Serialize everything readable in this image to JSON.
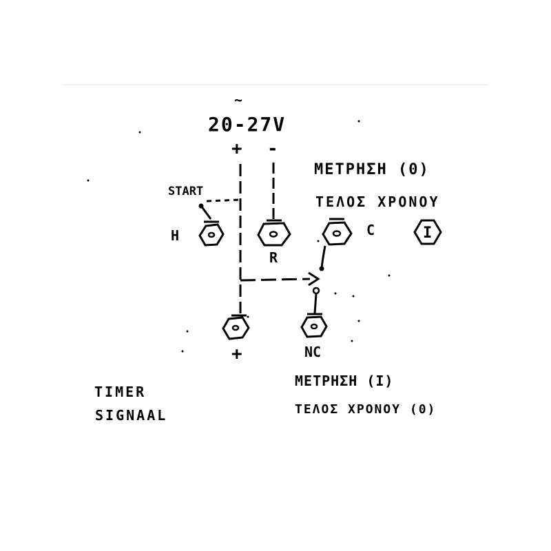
{
  "voltage_label": "20-27V",
  "ac_mark": "~",
  "plus_sign": "+",
  "minus_sign": "-",
  "start_label": "START",
  "h_label": "H",
  "r_label": "R",
  "c_label": "C",
  "plus_bottom_label": "+",
  "nc_label": "NC",
  "c_state_symbol": "I",
  "c_state_title": "ΜΕΤΡΗΣΗ (0)",
  "c_state_subtitle": "ΤΕΛΟΣ ΧΡΟΝΟΥ",
  "nc_state_title": "ΜΕΤΡΗΣΗ (I)",
  "nc_state_subtitle": "ΤΕΛΟΣ ΧΡΟΝΟΥ (0)",
  "timer_label_line1": "TIMER",
  "timer_label_line2": "SIGNAAL",
  "colors": {
    "ink": "#000000",
    "rule": "#dfe6e6",
    "background": "#ffffff"
  }
}
